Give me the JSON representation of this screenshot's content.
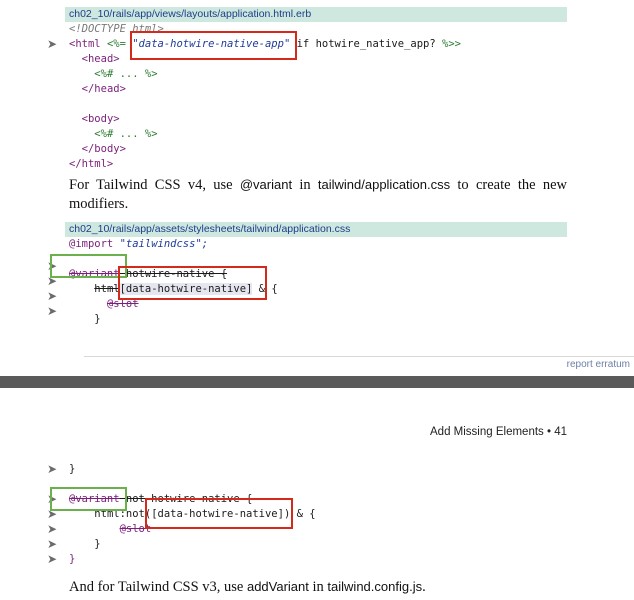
{
  "top": {
    "file1": "ch02_10/rails/app/views/layouts/application.html.erb",
    "code1": {
      "doctype": "<!DOCTYPE html>",
      "html_open_a": "<html ",
      "erb_open": "<%= ",
      "html_attr": "\"data-hotwire-native-app\"",
      "html_if": " if hotwire_native_app? ",
      "erb_close": "%>>",
      "head_open": "<head>",
      "erb_comment_open": "<%# ",
      "erb_comment_ellipsis": "...",
      "erb_comment_close": " %>",
      "head_close": "</head>",
      "body_open": "<body>",
      "body_close": "</body>",
      "html_close": "</html>"
    },
    "prose1": {
      "a": "For Tailwind CSS v4, use ",
      "b": "@variant",
      "c": " in ",
      "d": "tailwind/application.css",
      "e": " to create the new modifiers."
    },
    "file2": "ch02_10/rails/app/assets/stylesheets/tailwind/application.css",
    "code2": {
      "import_kw": "@import",
      "import_str": " \"tailwindcss\";",
      "variant_kw": "@variant",
      "variant_rest": " hotwire-native {",
      "html_sel_a": "html",
      "html_sel_b": "[data-hotwire-native]",
      "html_sel_c": " & {",
      "slot": "@slot",
      "close_brace": "}"
    },
    "erratum": "report erratum"
  },
  "bottom": {
    "page_header": "Add Missing Elements • 41",
    "code3": {
      "close_brace1": "}",
      "variant_kw": "@variant",
      "variant_rest": " not-hotwire-native {",
      "html_not_a": "html:not(",
      "html_not_b": "[data-hotwire-native]",
      "html_not_c": ") & {",
      "slot": "@slot",
      "close_brace2": "}",
      "close_brace3": "}"
    },
    "prose2": {
      "a": "And for Tailwind CSS v3, use ",
      "b": "addVariant",
      "c": " in ",
      "d": "tailwind.config.js",
      "e": "."
    }
  },
  "colors": {
    "highlight_red": "#d42a1b",
    "highlight_green": "#6ab04c",
    "filebar_bg": "#cfe8df"
  },
  "icons": {
    "line_marker": "arrowhead-right-icon"
  }
}
